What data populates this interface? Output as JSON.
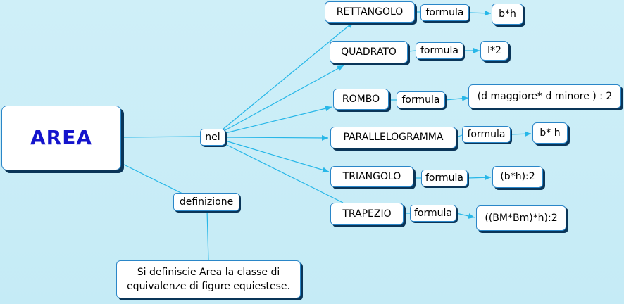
{
  "root": {
    "label": "AREA"
  },
  "linking": {
    "nel": "nel",
    "definizione": "definizione",
    "formula": "formula"
  },
  "shapes": [
    {
      "name": "RETTANGOLO",
      "formula": "b*h"
    },
    {
      "name": "QUADRATO",
      "formula": "l*2"
    },
    {
      "name": "ROMBO",
      "formula": "(d maggiore* d minore ) : 2"
    },
    {
      "name": "PARALLELOGRAMMA",
      "formula": "b* h"
    },
    {
      "name": "TRIANGOLO",
      "formula": "(b*h):2"
    },
    {
      "name": "TRAPEZIO",
      "formula": "((BM*Bm)*h):2"
    }
  ],
  "definition": {
    "line1": "Si definiscie Area la classe di",
    "line2": "equivalenze di figure equiestese."
  },
  "colors": {
    "background": "#c5ebf6",
    "connector": "#27b7e8",
    "node_border": "#2a86c8",
    "node_shadow": "#0a3558",
    "root_text": "#1414cc"
  }
}
